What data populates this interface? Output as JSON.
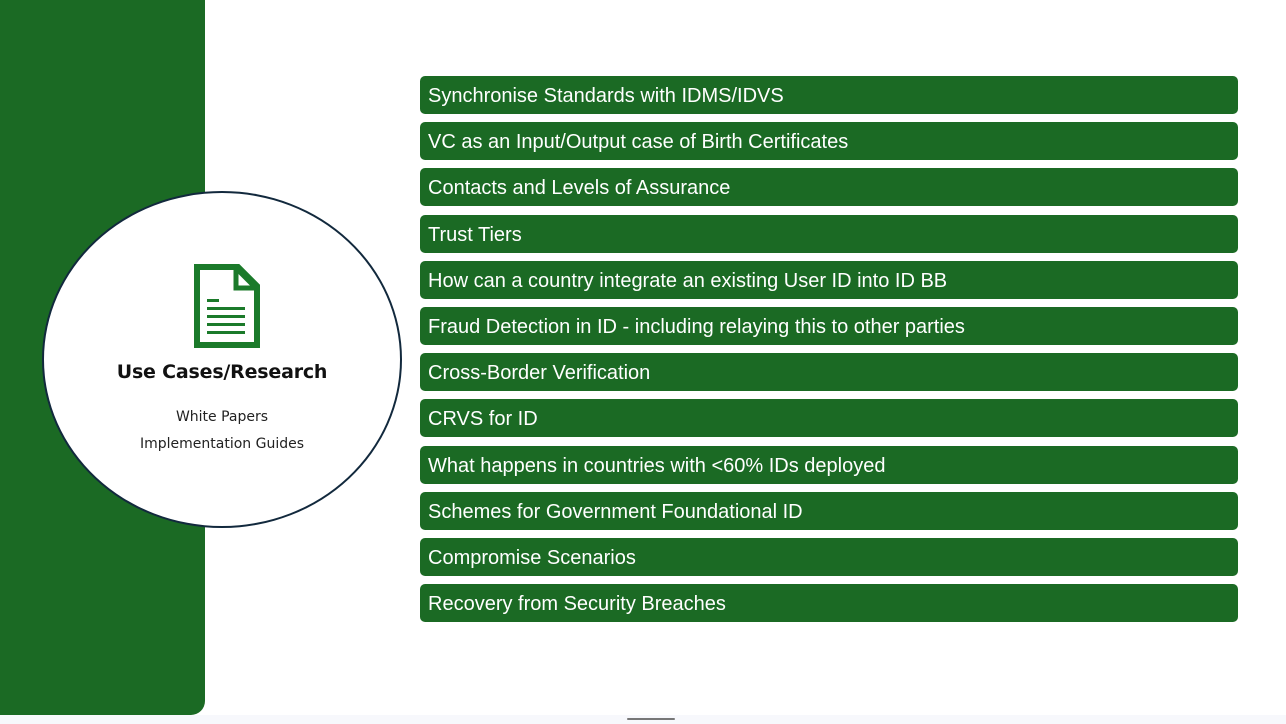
{
  "colors": {
    "primary_green": "#1b6a24",
    "circle_border": "#12293d",
    "background": "#ffffff",
    "bottom_bar": "#f7f8fc"
  },
  "sidebar_card": {
    "icon": "document-icon",
    "title": "Use Cases/Research",
    "subtitles": [
      "White Papers",
      "Implementation Guides"
    ]
  },
  "topics": [
    {
      "label": "Synchronise Standards with IDMS/IDVS"
    },
    {
      "label": "VC as an Input/Output case of Birth Certificates"
    },
    {
      "label": "Contacts and Levels of Assurance"
    },
    {
      "label": "Trust Tiers"
    },
    {
      "label": "How can a country integrate an existing User ID into ID BB"
    },
    {
      "label": "Fraud Detection in ID - including relaying this to other parties"
    },
    {
      "label": "Cross-Border Verification"
    },
    {
      "label": "CRVS for ID"
    },
    {
      "label": "What happens in countries with <60% IDs deployed"
    },
    {
      "label": "Schemes for Government Foundational ID"
    },
    {
      "label": "Compromise Scenarios"
    },
    {
      "label": "Recovery from Security Breaches"
    }
  ]
}
